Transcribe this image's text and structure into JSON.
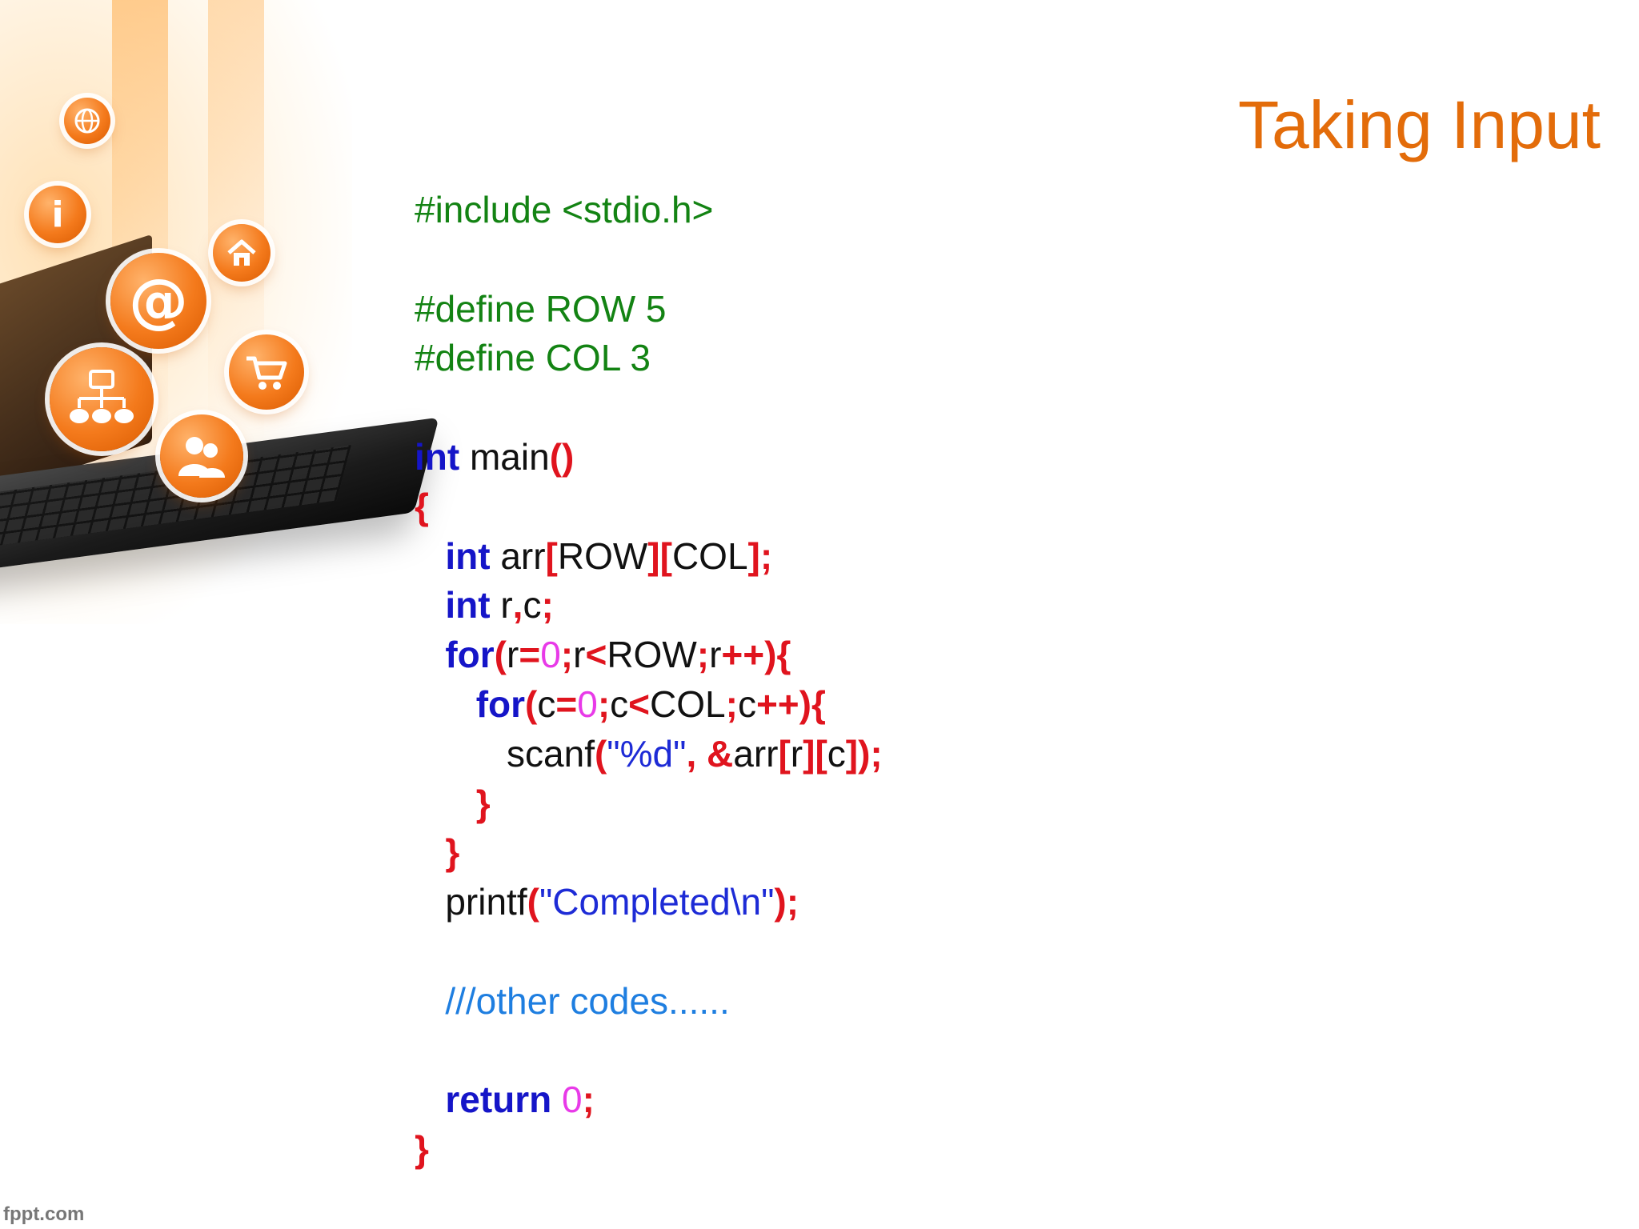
{
  "slide": {
    "title": "Taking Input",
    "watermark": "fppt.com",
    "accent_color": "#e36c0a",
    "art": {
      "description_icons": [
        "globe-icon",
        "info-icon",
        "home-icon",
        "at-sign-icon",
        "cart-icon",
        "network-icon",
        "users-icon"
      ],
      "at_glyph": "@",
      "info_glyph": "i"
    },
    "code": {
      "colors": {
        "preprocessor": "#138313",
        "keyword": "#1515c8",
        "operator": "#e0141e",
        "number": "#e83ae8",
        "string": "#1d2bd6",
        "comment": "#1e7ee0"
      },
      "lines": [
        [
          {
            "t": "pp",
            "v": "#include <stdio.h>"
          }
        ],
        [],
        [
          {
            "t": "pp",
            "v": "#define ROW 5"
          }
        ],
        [
          {
            "t": "pp",
            "v": "#define COL 3"
          }
        ],
        [],
        [
          {
            "t": "kw",
            "v": "int"
          },
          {
            "t": "id",
            "v": " main"
          },
          {
            "t": "op",
            "v": "()"
          }
        ],
        [
          {
            "t": "op",
            "v": "{"
          }
        ],
        [
          {
            "t": "id",
            "v": "   "
          },
          {
            "t": "kw",
            "v": "int"
          },
          {
            "t": "id",
            "v": " arr"
          },
          {
            "t": "op",
            "v": "["
          },
          {
            "t": "id",
            "v": "ROW"
          },
          {
            "t": "op",
            "v": "]["
          },
          {
            "t": "id",
            "v": "COL"
          },
          {
            "t": "op",
            "v": "];"
          }
        ],
        [
          {
            "t": "id",
            "v": "   "
          },
          {
            "t": "kw",
            "v": "int"
          },
          {
            "t": "id",
            "v": " r"
          },
          {
            "t": "op",
            "v": ","
          },
          {
            "t": "id",
            "v": "c"
          },
          {
            "t": "op",
            "v": ";"
          }
        ],
        [
          {
            "t": "id",
            "v": "   "
          },
          {
            "t": "kw",
            "v": "for"
          },
          {
            "t": "op",
            "v": "("
          },
          {
            "t": "id",
            "v": "r"
          },
          {
            "t": "op",
            "v": "="
          },
          {
            "t": "num",
            "v": "0"
          },
          {
            "t": "op",
            "v": ";"
          },
          {
            "t": "id",
            "v": "r"
          },
          {
            "t": "op",
            "v": "<"
          },
          {
            "t": "id",
            "v": "ROW"
          },
          {
            "t": "op",
            "v": ";"
          },
          {
            "t": "id",
            "v": "r"
          },
          {
            "t": "op",
            "v": "++){"
          }
        ],
        [
          {
            "t": "id",
            "v": "      "
          },
          {
            "t": "kw",
            "v": "for"
          },
          {
            "t": "op",
            "v": "("
          },
          {
            "t": "id",
            "v": "c"
          },
          {
            "t": "op",
            "v": "="
          },
          {
            "t": "num",
            "v": "0"
          },
          {
            "t": "op",
            "v": ";"
          },
          {
            "t": "id",
            "v": "c"
          },
          {
            "t": "op",
            "v": "<"
          },
          {
            "t": "id",
            "v": "COL"
          },
          {
            "t": "op",
            "v": ";"
          },
          {
            "t": "id",
            "v": "c"
          },
          {
            "t": "op",
            "v": "++){"
          }
        ],
        [
          {
            "t": "id",
            "v": "         scanf"
          },
          {
            "t": "op",
            "v": "("
          },
          {
            "t": "str",
            "v": "\"%d\""
          },
          {
            "t": "op",
            "v": ", &"
          },
          {
            "t": "id",
            "v": "arr"
          },
          {
            "t": "op",
            "v": "["
          },
          {
            "t": "id",
            "v": "r"
          },
          {
            "t": "op",
            "v": "]["
          },
          {
            "t": "id",
            "v": "c"
          },
          {
            "t": "op",
            "v": "]);"
          }
        ],
        [
          {
            "t": "id",
            "v": "      "
          },
          {
            "t": "op",
            "v": "}"
          }
        ],
        [
          {
            "t": "id",
            "v": "   "
          },
          {
            "t": "op",
            "v": "}"
          }
        ],
        [
          {
            "t": "id",
            "v": "   printf"
          },
          {
            "t": "op",
            "v": "("
          },
          {
            "t": "str",
            "v": "\"Completed\\n\""
          },
          {
            "t": "op",
            "v": ");"
          }
        ],
        [],
        [
          {
            "t": "id",
            "v": "   "
          },
          {
            "t": "cm",
            "v": "///other codes......"
          }
        ],
        [],
        [
          {
            "t": "id",
            "v": "   "
          },
          {
            "t": "kw",
            "v": "return"
          },
          {
            "t": "id",
            "v": " "
          },
          {
            "t": "num",
            "v": "0"
          },
          {
            "t": "op",
            "v": ";"
          }
        ],
        [
          {
            "t": "op",
            "v": "}"
          }
        ]
      ]
    }
  }
}
